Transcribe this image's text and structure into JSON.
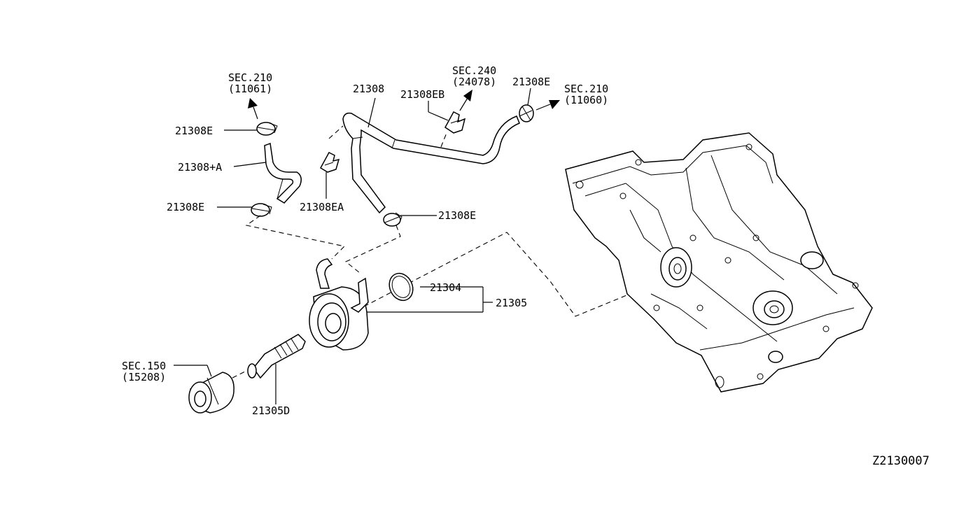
{
  "diagram_code": "Z2130007",
  "labels": {
    "sec210_top": "SEC.210",
    "sec210_top_ref": "(11061)",
    "sec240": "SEC.240",
    "sec240_ref": "(24078)",
    "sec210_right": "SEC.210",
    "sec210_right_ref": "(11060)",
    "sec150": "SEC.150",
    "sec150_ref": "(15208)",
    "p21308": "21308",
    "p21308EB": "21308EB",
    "p21308E_top_right": "21308E",
    "p21308E_top_left": "21308E",
    "p21308_A": "21308+A",
    "p21308E_left": "21308E",
    "p21308EA": "21308EA",
    "p21308E_mid": "21308E",
    "p21304": "21304",
    "p21305": "21305",
    "p21305D": "21305D"
  }
}
